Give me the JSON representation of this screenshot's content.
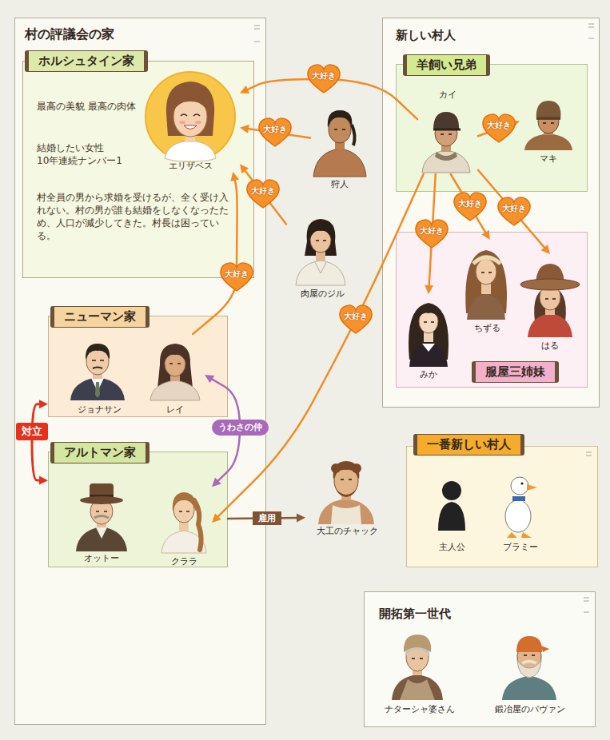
{
  "diagram": {
    "nodes": [
      {
        "text": [
          "村の評議会の家"
        ]
      },
      {
        "text": [
          "ホルシュタイン家",
          "最高の美貌 最高の肉体",
          "結婚したい女性 10年連続ナンバー1",
          "村全員の男から求婚を受けるが、全く受け入れない。村の男が誰も結婚をしなくなったため、人口が減少してきた。村長は困っている。"
        ],
        "in": 0
      },
      {
        "text": [
          "エリザベス"
        ],
        "in": 1
      },
      {
        "text": [
          "ニューマン家"
        ],
        "in": 0
      },
      {
        "text": [
          "ジョナサン"
        ],
        "in": 3
      },
      {
        "text": [
          "レイ"
        ],
        "in": 3
      },
      {
        "text": [
          "アルトマン家"
        ],
        "in": 0
      },
      {
        "text": [
          "オットー"
        ],
        "in": 6
      },
      {
        "text": [
          "クララ"
        ],
        "in": 6
      },
      {
        "text": [
          "狩人"
        ]
      },
      {
        "text": [
          "肉屋のジル"
        ]
      },
      {
        "text": [
          "大工のチャック"
        ]
      },
      {
        "text": [
          "新しい村人"
        ]
      },
      {
        "text": [
          "羊飼い兄弟"
        ],
        "in": 12
      },
      {
        "text": [
          "カイ"
        ],
        "in": 13
      },
      {
        "text": [
          "マキ"
        ],
        "in": 13
      },
      {
        "text": [
          "服屋三姉妹"
        ],
        "in": 12
      },
      {
        "text": [
          "みか"
        ],
        "in": 16
      },
      {
        "text": [
          "ちずる"
        ],
        "in": 16
      },
      {
        "text": [
          "はる"
        ],
        "in": 16
      },
      {
        "text": [
          "一番新しい村人"
        ]
      },
      {
        "text": [
          "主人公"
        ],
        "in": 20
      },
      {
        "text": [
          "ブラミー"
        ],
        "in": 20
      },
      {
        "text": [
          "開拓第一世代"
        ]
      },
      {
        "text": [
          "ナターシャ婆さん"
        ],
        "in": 23
      },
      {
        "text": [
          "鍛冶屋のバヴァン"
        ],
        "in": 23
      }
    ],
    "edges": [
      {
        "from": 14,
        "to": 2,
        "label": "大好き",
        "arrow": "to"
      },
      {
        "from": 9,
        "to": 2,
        "label": "大好き",
        "arrow": "to"
      },
      {
        "from": 10,
        "to": 2,
        "label": "大好き",
        "arrow": "to"
      },
      {
        "from": 5,
        "to": 2,
        "label": "大好き",
        "arrow": "to"
      },
      {
        "from": 14,
        "to": 15,
        "label": "大好き",
        "arrow": "to"
      },
      {
        "from": 14,
        "to": 17,
        "label": "大好き",
        "arrow": "to"
      },
      {
        "from": 14,
        "to": 18,
        "label": "大好き",
        "arrow": "to"
      },
      {
        "from": 14,
        "to": 19,
        "label": "大好き",
        "arrow": "to"
      },
      {
        "from": 14,
        "to": 8,
        "label": "大好き",
        "arrow": "to"
      },
      {
        "from": 3,
        "to": 6,
        "label": "対立",
        "arrow": "both"
      },
      {
        "from": 5,
        "to": 8,
        "label": "うわさの仲",
        "arrow": "both"
      },
      {
        "from": 6,
        "to": 11,
        "label": "雇用",
        "arrow": "to"
      }
    ]
  }
}
